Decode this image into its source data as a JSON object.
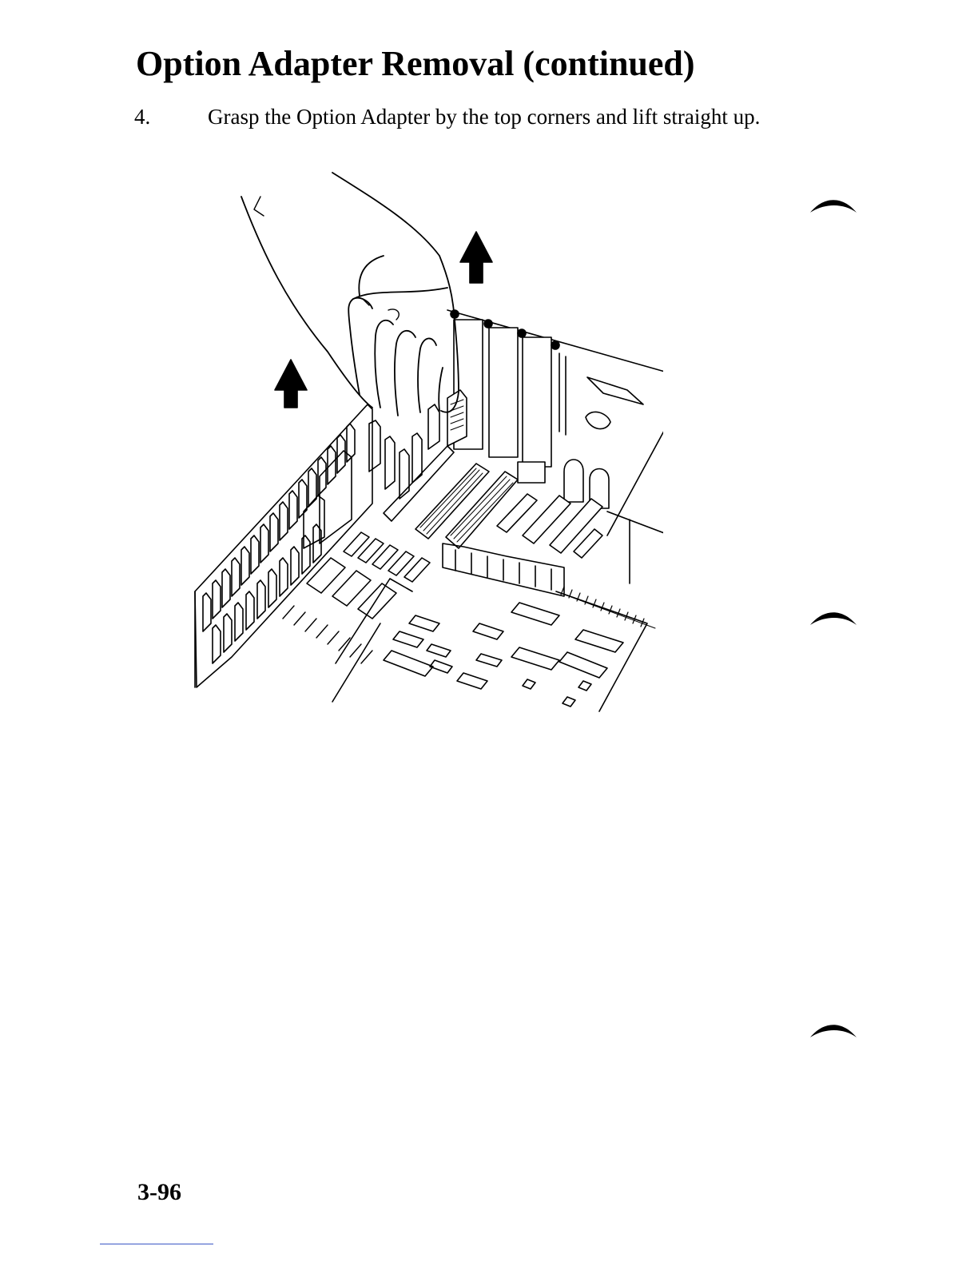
{
  "page": {
    "title": "Option Adapter Removal (continued)",
    "page_number": "3-96"
  },
  "step": {
    "number": "4.",
    "text": "Grasp the Option Adapter by the top corners and lift straight up."
  },
  "illustration": {
    "subject": "hand-lifting-option-adapter-from-system-board",
    "icons": [
      "up-arrow-icon",
      "up-arrow-icon",
      "hand-icon",
      "adapter-card-icon",
      "system-board-icon"
    ]
  },
  "colors": {
    "text": "#000000",
    "background": "#ffffff",
    "footer_rule": "#3a56c5"
  }
}
